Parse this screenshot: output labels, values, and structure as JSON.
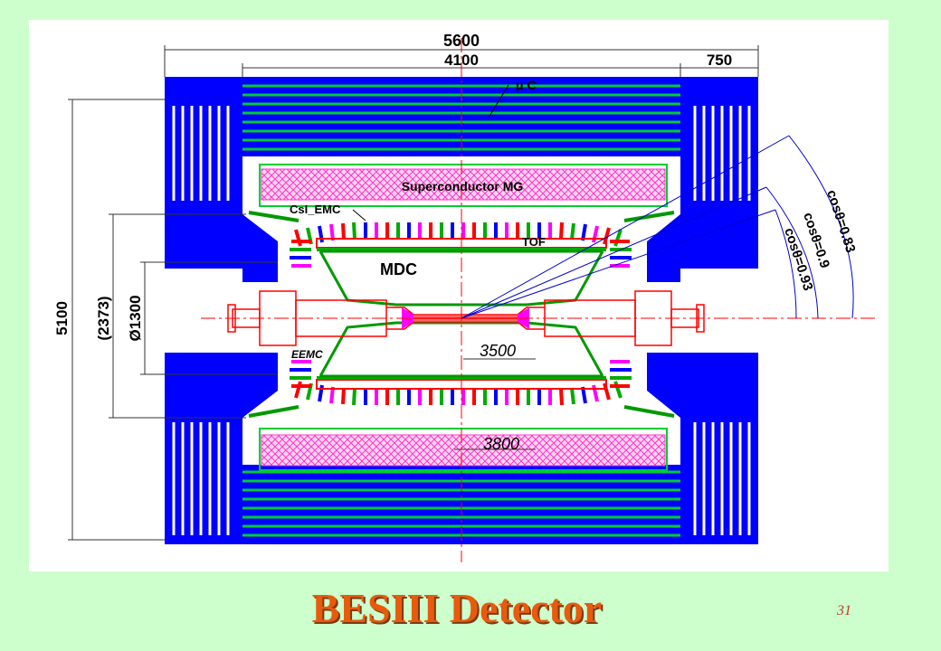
{
  "slide": {
    "title": "BESIII Detector",
    "page_number": "31"
  },
  "drawing": {
    "dimensions": {
      "overall_length": "5600",
      "barrel_length": "4100",
      "endcap_thickness": "750",
      "overall_height": "5100",
      "inner_height": "(2373)",
      "bore_diameter": "Ø1300",
      "mdc_length": "3500",
      "magnet_length": "3800"
    },
    "labels": {
      "muon": "μ C",
      "magnet": "Superconductor MG",
      "emc": "CsI_EMC",
      "tof": "TOF",
      "mdc": "MDC",
      "eemc": "EEMC"
    },
    "angles": [
      "cosθ=0.83",
      "cosθ=0.9",
      "cosθ=0.93"
    ]
  },
  "colors": {
    "slide_background": "#ccffcc",
    "iron_yoke": "#0000ff",
    "muon_chamber": "#00cc00",
    "magnet": "#ff66cc",
    "line": "#ff0000",
    "title": "#e85a0c"
  }
}
